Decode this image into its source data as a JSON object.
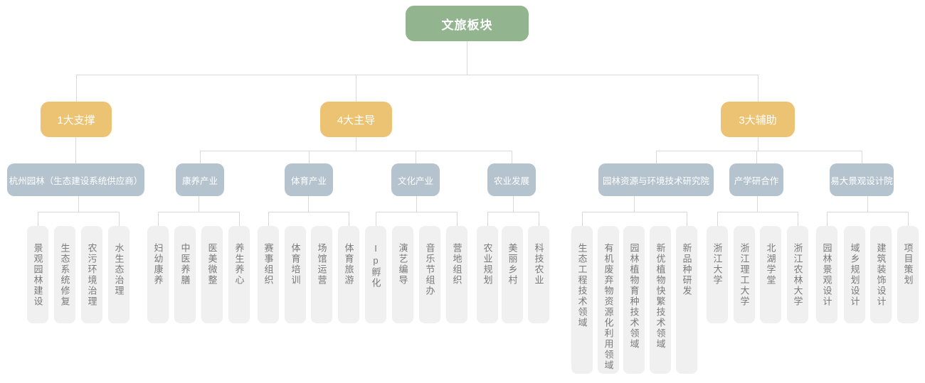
{
  "colors": {
    "root_bg": "#92b48e",
    "branch_bg": "#ecc373",
    "dept_bg": "#b4c3ce",
    "leaf_bg": "#f0f0f0",
    "leaf_text": "#7a7a7a",
    "line_color": "#d9d9d9"
  },
  "chart": {
    "title": "文旅板块",
    "branches": [
      {
        "label": "1大支撑",
        "departments": [
          {
            "label": "杭州园林（生态建设系统供应商）",
            "items": [
              "景观园林建设",
              "生态系统修复",
              "农污环境治理",
              "水生态治理"
            ]
          }
        ]
      },
      {
        "label": "4大主导",
        "departments": [
          {
            "label": "康养产业",
            "items": [
              "妇幼康养",
              "中医养膳",
              "医美微整",
              "养生养心"
            ]
          },
          {
            "label": "体育产业",
            "items": [
              "赛事组织",
              "体育培训",
              "场馆运营",
              "体育旅游"
            ]
          },
          {
            "label": "文化产业",
            "items": [
              "Ip孵化",
              "演艺编导",
              "音乐节组办",
              "营地组织"
            ]
          },
          {
            "label": "农业发展",
            "items": [
              "农业规划",
              "美丽乡村",
              "科技农业"
            ]
          }
        ]
      },
      {
        "label": "3大辅助",
        "departments": [
          {
            "label": "园林资源与环境技术研究院",
            "items": [
              "生态工程技术领域",
              "有机废弃物资源化利用领域",
              "园林植物育种技术领域",
              "新优植物快繁技术领域",
              "新品种研发"
            ]
          },
          {
            "label": "产学研合作",
            "items": [
              "浙江大学",
              "浙江理工大学",
              "北湖学堂",
              "浙江农林大学"
            ]
          },
          {
            "label": "易大景观设计院",
            "items": [
              "园林景观设计",
              "域乡规划设计",
              "建筑装饰设计",
              "项目策划"
            ]
          }
        ]
      }
    ]
  }
}
